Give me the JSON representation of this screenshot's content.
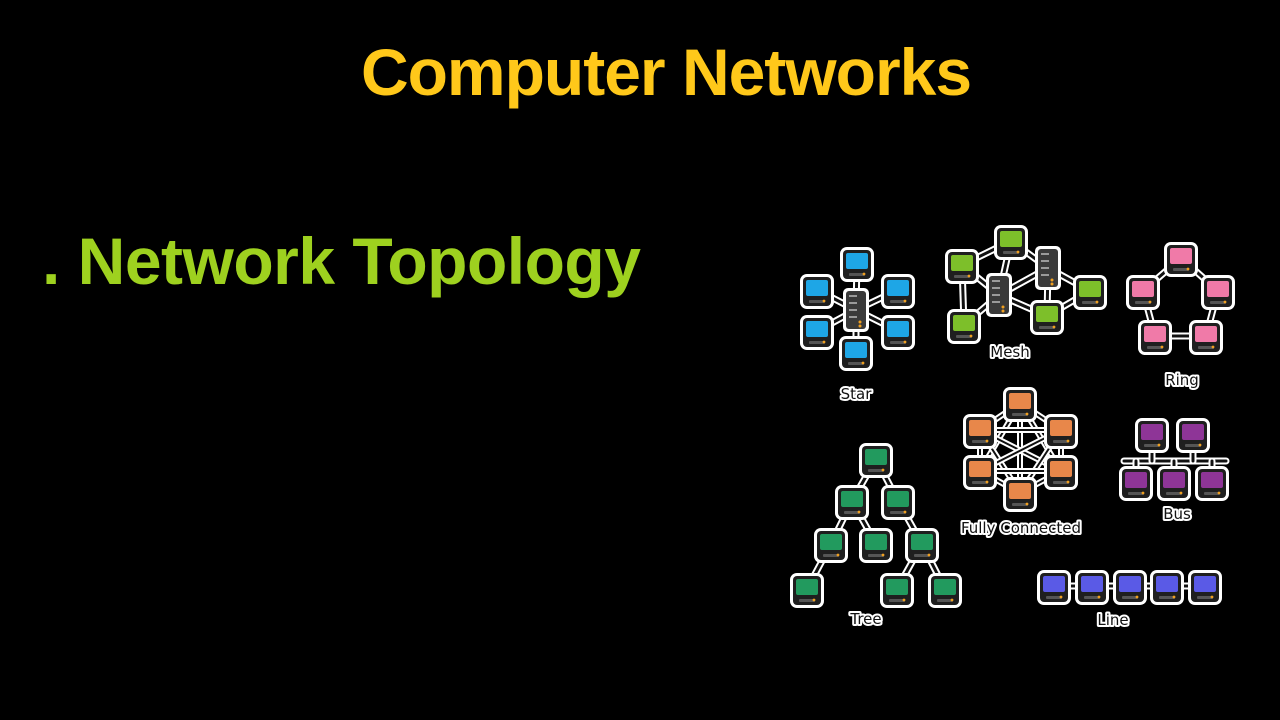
{
  "slide": {
    "title": "Computer Networks",
    "subtitle": ". Network Topology",
    "title_color": "#FFC81A",
    "subtitle_color": "#9ED11F",
    "background": "#000000"
  },
  "topologies": [
    {
      "id": "star",
      "label": "Star",
      "color": "#1EA6E6"
    },
    {
      "id": "mesh",
      "label": "Mesh",
      "color": "#7DBF2A"
    },
    {
      "id": "ring",
      "label": "Ring",
      "color": "#F07AA8"
    },
    {
      "id": "fully-connected",
      "label": "Fully Connected",
      "color": "#E8874A"
    },
    {
      "id": "bus",
      "label": "Bus",
      "color": "#8E3597"
    },
    {
      "id": "tree",
      "label": "Tree",
      "color": "#229A5E"
    },
    {
      "id": "line",
      "label": "Line",
      "color": "#5A5AE6"
    }
  ],
  "icons": {
    "computer": "computer-icon",
    "server": "server-icon"
  }
}
